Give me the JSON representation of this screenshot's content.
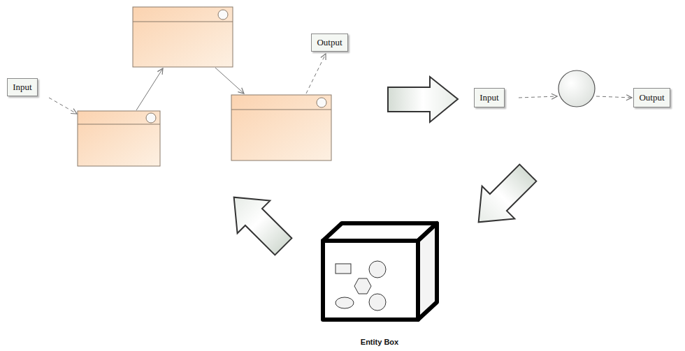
{
  "diagram": {
    "nodes": [
      {
        "text": [
          "Output"
        ]
      },
      {
        "text": [
          "Input"
        ]
      },
      {
        "text": [
          "Input"
        ]
      },
      {
        "text": [
          "Output"
        ]
      },
      {
        "text": [
          "Entity Box"
        ]
      }
    ]
  }
}
